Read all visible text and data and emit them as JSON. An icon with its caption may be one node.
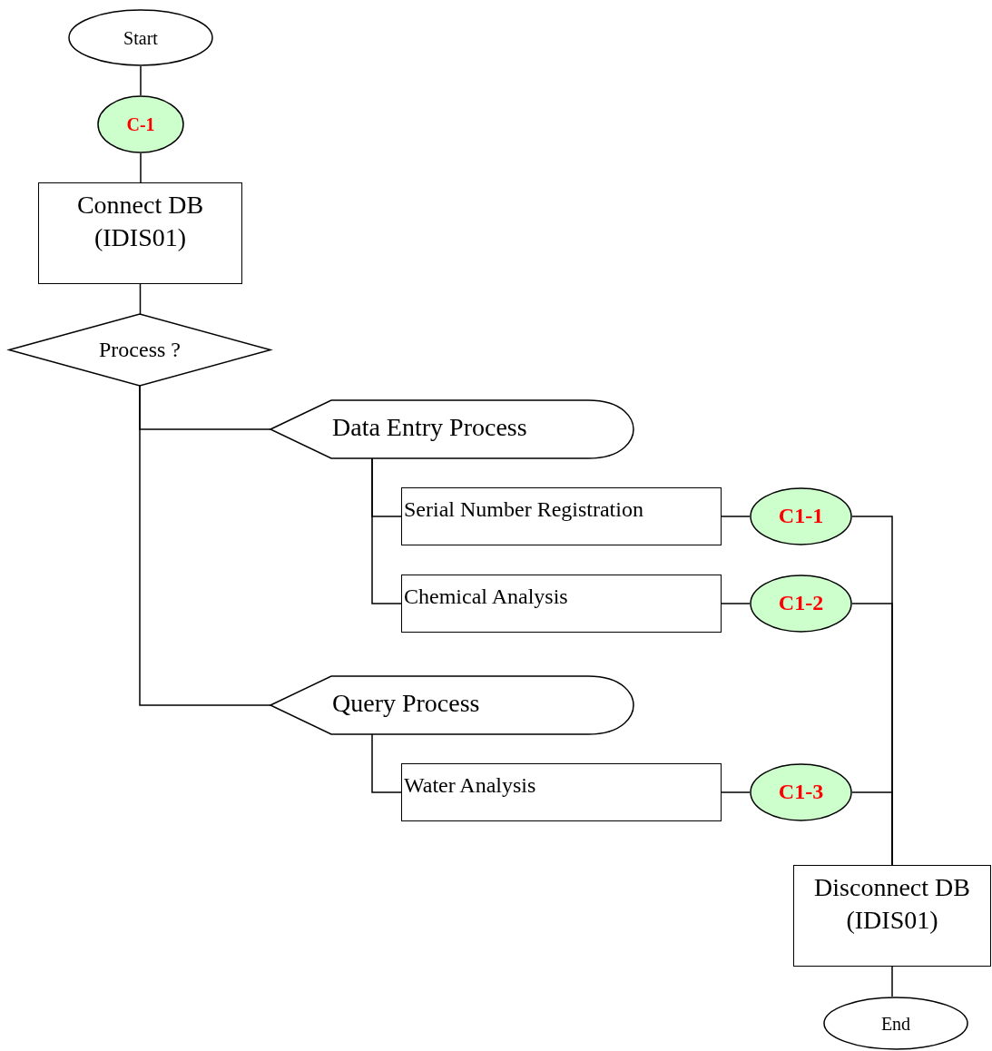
{
  "diagram": {
    "nodes": [
      {
        "text": [
          "Start"
        ]
      },
      {
        "text": [
          "C-1"
        ]
      },
      {
        "text": [
          "Connect DB (IDIS01)"
        ]
      },
      {
        "text": [
          "Process ?"
        ]
      },
      {
        "text": [
          "Data Entry Process"
        ]
      },
      {
        "text": [
          "Serial Number Registration"
        ]
      },
      {
        "text": [
          "C1-1"
        ]
      },
      {
        "text": [
          "Chemical Analysis"
        ]
      },
      {
        "text": [
          "C1-2"
        ]
      },
      {
        "text": [
          "Query Process"
        ]
      },
      {
        "text": [
          "Water Analysis"
        ]
      },
      {
        "text": [
          "C1-3"
        ]
      },
      {
        "text": [
          "Disconnect DB (IDIS01)"
        ]
      },
      {
        "text": [
          "End"
        ]
      }
    ],
    "edges": [
      {
        "from": 0,
        "to": 1,
        "arrow": "none"
      },
      {
        "from": 1,
        "to": 2,
        "arrow": "none"
      },
      {
        "from": 2,
        "to": 3,
        "arrow": "none"
      },
      {
        "from": 3,
        "to": 4,
        "arrow": "none"
      },
      {
        "from": 3,
        "to": 9,
        "arrow": "none"
      },
      {
        "from": 4,
        "to": 5,
        "arrow": "none"
      },
      {
        "from": 4,
        "to": 7,
        "arrow": "none"
      },
      {
        "from": 5,
        "to": 6,
        "arrow": "none"
      },
      {
        "from": 7,
        "to": 8,
        "arrow": "none"
      },
      {
        "from": 9,
        "to": 10,
        "arrow": "none"
      },
      {
        "from": 10,
        "to": 11,
        "arrow": "none"
      },
      {
        "from": 6,
        "to": 12,
        "arrow": "none"
      },
      {
        "from": 8,
        "to": 12,
        "arrow": "none"
      },
      {
        "from": 11,
        "to": 12,
        "arrow": "none"
      },
      {
        "from": 12,
        "to": 13,
        "arrow": "none"
      }
    ]
  }
}
